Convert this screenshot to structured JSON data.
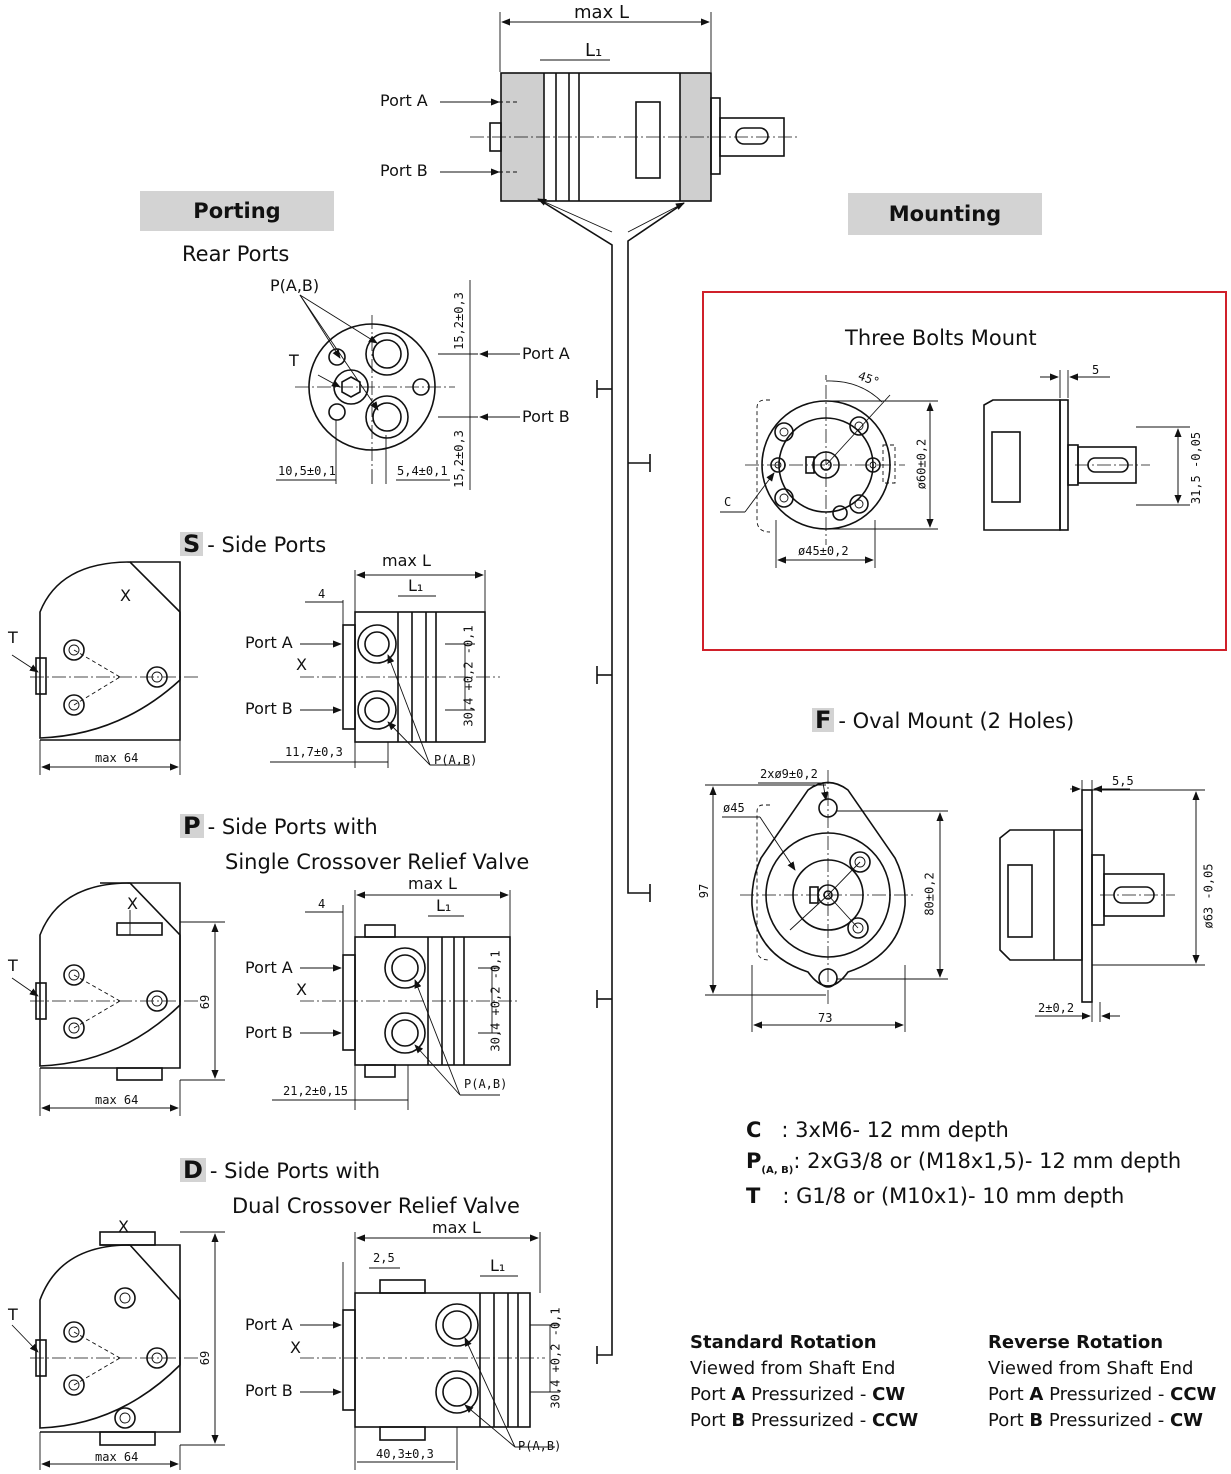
{
  "top_view": {
    "max_l": "max L",
    "l1": "L₁",
    "port_a": "Port A",
    "port_b": "Port B"
  },
  "porting": {
    "header": "Porting",
    "rear_title": "Rear Ports",
    "rear_labels": {
      "p": "P(A,B)",
      "t": "T",
      "port_a": "Port A",
      "port_b": "Port B",
      "d1": "15,2±0,3",
      "d2": "15,2±0,3",
      "d3": "10,5±0,1",
      "d4": "5,4±0,1"
    },
    "s": {
      "letter": "S",
      "title": "- Side Ports",
      "x": "X",
      "t": "T",
      "max64": "max 64",
      "maxl": "max L",
      "four": "4",
      "l1": "L₁",
      "port_a": "Port A",
      "port_b": "Port B",
      "x2": "X",
      "dim": "30,4 +0,2 -0,1",
      "bottom": "11,7±0,3",
      "p": "P(A,B)"
    },
    "p": {
      "letter": "P",
      "title1": "- Side Ports with",
      "title2": "Single Crossover Relief  Valve",
      "x": "X",
      "t": "T",
      "h": "69",
      "max64": "max 64",
      "maxl": "max L",
      "four": "4",
      "l1": "L₁",
      "port_a": "Port A",
      "port_b": "Port B",
      "x2": "X",
      "dim": "30,4 +0,2 -0,1",
      "bottom": "21,2±0,15",
      "p": "P(A,B)"
    },
    "d": {
      "letter": "D",
      "title1": "- Side Ports with",
      "title2": "Dual Crossover Relief Valve",
      "x": "X",
      "t": "T",
      "h": "69",
      "max64": "max 64",
      "maxl": "max L",
      "two5": "2,5",
      "l1": "L₁",
      "port_a": "Port A",
      "port_b": "Port B",
      "x2": "X",
      "dim": "30,4 +0,2 -0,1",
      "bottom": "40,3±0,3",
      "p": "P(A,B)"
    }
  },
  "mounting": {
    "header": "Mounting",
    "three_bolts": {
      "title": "Three Bolts Mount",
      "angle": "45°",
      "c": "C",
      "d60": "ø60±0,2",
      "d45": "ø45±0,2",
      "five": "5",
      "shaft": "31,5 -0,05"
    },
    "f": {
      "letter": "F",
      "title": "- Oval Mount (2 Holes)",
      "holes": "2xø9±0,2",
      "d45": "ø45",
      "h97": "97",
      "d80": "80±0,2",
      "w73": "73",
      "five5": "5,5",
      "d63": "ø63 -0,05",
      "two": "2±0,2"
    }
  },
  "notes": {
    "c_key": "C",
    "c_val": ": 3xM6- 12 mm depth",
    "p_key": "P",
    "p_sub": "(A, B)",
    "p_val": ": 2xG3/8 or (M18x1,5)- 12 mm depth",
    "t_key": "T",
    "t_val": ": G1/8 or (M10x1)- 10 mm depth"
  },
  "rotation": {
    "std_title": "Standard Rotation",
    "std_1": "Viewed from Shaft End",
    "std_2a": "Port ",
    "std_2b": "A",
    "std_2c": " Pressurized - ",
    "std_2d": "CW",
    "std_3a": "Port ",
    "std_3b": "B",
    "std_3c": " Pressurized - ",
    "std_3d": "CCW",
    "rev_title": "Reverse Rotation",
    "rev_1": "Viewed from Shaft End",
    "rev_2a": "Port ",
    "rev_2b": "A",
    "rev_2c": " Pressurized - ",
    "rev_2d": "CCW",
    "rev_3a": "Port ",
    "rev_3b": "B",
    "rev_3c": " Pressurized - ",
    "rev_3d": "CW"
  }
}
